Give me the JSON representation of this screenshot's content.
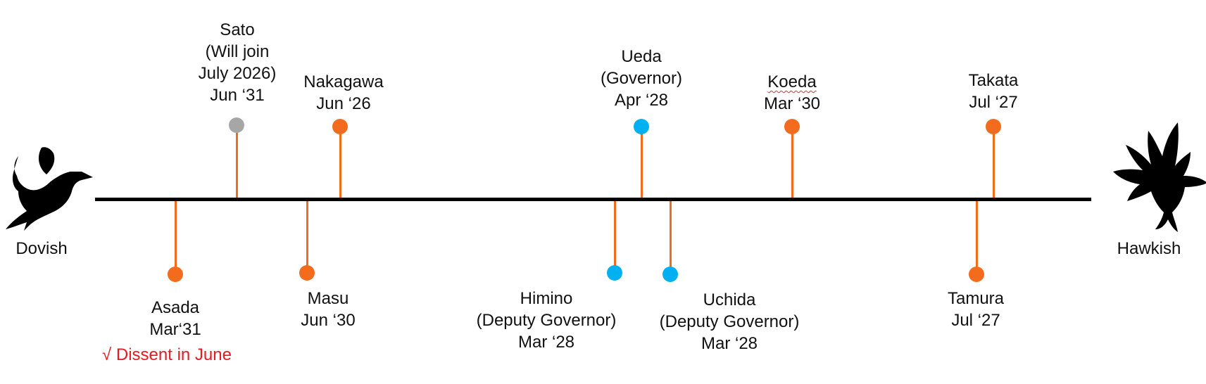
{
  "scale": {
    "left_label": "Dovish",
    "right_label": "Hawkish",
    "left_icon": "dove-icon",
    "right_icon": "hawk-icon"
  },
  "colors": {
    "axis": "#000000",
    "stem": "#f36b1c",
    "orange": "#f36b1c",
    "grey": "#a6a6a6",
    "blue": "#00b0f0",
    "dissent": "#e31b23"
  },
  "members": [
    {
      "id": "sato",
      "side": "above",
      "color": "grey",
      "lines": [
        "Sato",
        "(Will join",
        "July 2026)",
        "Jun ‘31"
      ]
    },
    {
      "id": "nakagawa",
      "side": "above",
      "color": "orange",
      "lines": [
        "Nakagawa",
        "Jun ‘26"
      ]
    },
    {
      "id": "ueda",
      "side": "above",
      "color": "blue",
      "lines": [
        "Ueda",
        "(Governor)",
        "Apr ‘28"
      ]
    },
    {
      "id": "koeda",
      "side": "above",
      "color": "orange",
      "lines": [
        "Koeda",
        "Mar ‘30"
      ]
    },
    {
      "id": "takata",
      "side": "above",
      "color": "orange",
      "lines": [
        "Takata",
        "Jul ‘27"
      ]
    },
    {
      "id": "asada",
      "side": "below",
      "color": "orange",
      "lines": [
        "Asada",
        "Mar‘31"
      ],
      "note": "√ Dissent in June"
    },
    {
      "id": "masu",
      "side": "below",
      "color": "orange",
      "lines": [
        "Masu",
        "Jun ‘30"
      ]
    },
    {
      "id": "himino",
      "side": "below",
      "color": "blue",
      "lines": [
        "Himino",
        "(Deputy Governor)",
        "Mar ‘28"
      ]
    },
    {
      "id": "uchida",
      "side": "below",
      "color": "blue",
      "lines": [
        "Uchida",
        "(Deputy Governor)",
        "Mar ‘28"
      ]
    },
    {
      "id": "tamura",
      "side": "below",
      "color": "orange",
      "lines": [
        "Tamura",
        "Jul ‘27"
      ]
    }
  ]
}
